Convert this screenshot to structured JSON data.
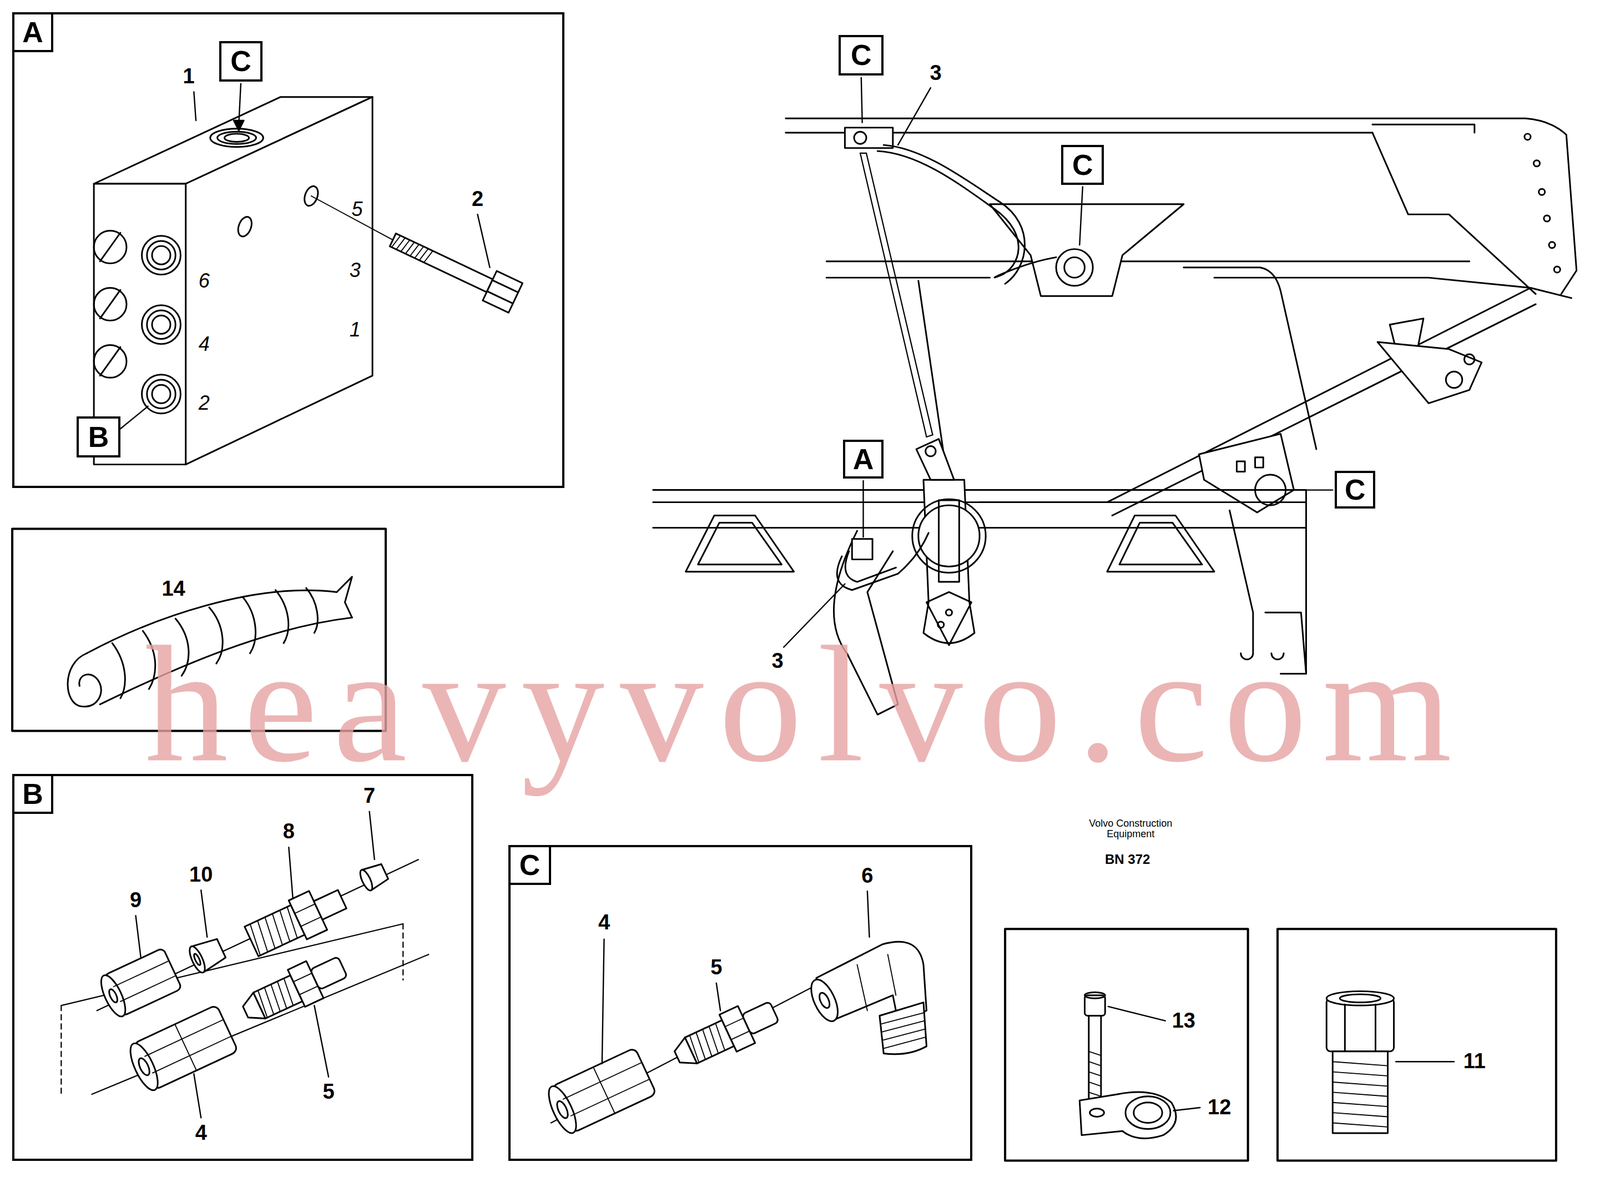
{
  "diagram": {
    "nodes": [
      {
        "text": [
          "A"
        ]
      },
      {
        "text": [
          "C"
        ],
        "in": 0
      },
      {
        "text": [
          "B"
        ],
        "in": 0
      },
      {
        "text": [
          "B"
        ]
      },
      {
        "text": [
          "C"
        ]
      },
      {
        "text": [
          "C"
        ]
      },
      {
        "text": [
          "C"
        ]
      },
      {
        "text": [
          "C"
        ]
      },
      {
        "text": [
          "A"
        ]
      }
    ],
    "labels": [
      "1",
      "5",
      "2",
      "3",
      "6",
      "3",
      "4",
      "1",
      "2",
      "14",
      "3",
      "7",
      "Volvo Construction Equipment",
      "8",
      "BN 372",
      "10",
      "9",
      "6",
      "4",
      "5",
      "13",
      "11",
      "5",
      "12",
      "4",
      "heavyvolvo.com"
    ]
  }
}
